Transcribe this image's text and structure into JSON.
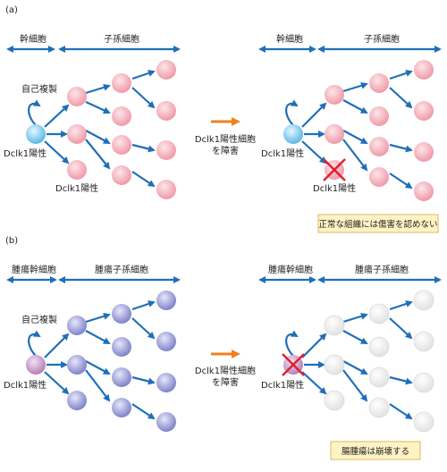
{
  "panels": {
    "a": {
      "label": "(a)",
      "stem_label": "幹細胞",
      "progeny_label": "子孫細胞",
      "self_renewal_label": "自己複製",
      "dclk1_positive_label": "Dclk1陽性",
      "middle_text_line1": "Dclk1陽性細胞",
      "middle_text_line2": "を障害",
      "note": "正常な組織には傷害を認めない"
    },
    "b": {
      "label": "(b)",
      "stem_label": "腫瘍幹細胞",
      "progeny_label": "腫瘍子孫細胞",
      "self_renewal_label": "自己複製",
      "dclk1_positive_label": "Dclk1陽性",
      "middle_text_line1": "Dclk1陽性細胞",
      "middle_text_line2": "を障害",
      "note": "腸腫瘍は崩壊する"
    }
  },
  "colors": {
    "arrow": "#1f6fb8",
    "intervention_arrow": "#f08020",
    "stem_cell": "#7fd0f2",
    "progeny_cell": "#f7c0c8",
    "tumor_stem_cell": "#cc99cc",
    "tumor_progeny_cell": "#9ea0d8",
    "collapsed_cell": "#efefef",
    "cross_mark": "#e0202e",
    "note_background": "#fff3c4"
  }
}
